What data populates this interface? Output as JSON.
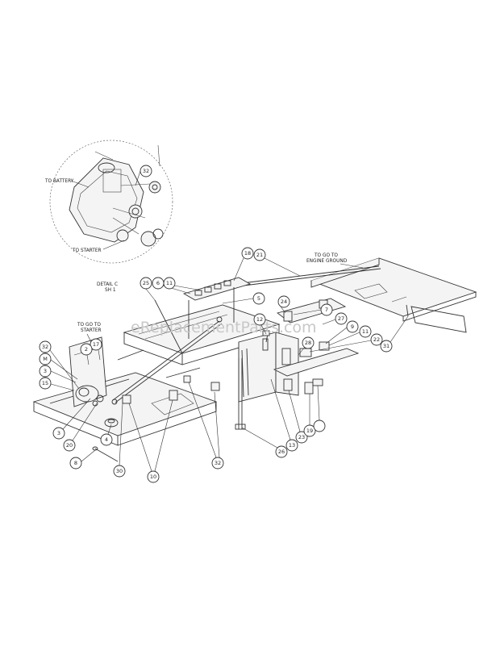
{
  "watermark": "eReplacementParts.com",
  "notes": {
    "to_battery": "TO BATTERY",
    "to_starter_detail": "TO STARTER",
    "detail_title": "DETAIL C",
    "detail_sheet": "SH 1",
    "to_go_engine_ground_1": "TO GO TO",
    "to_go_engine_ground_2": "ENGINE GROUND",
    "to_go_starter_1": "TO GO TO",
    "to_go_starter_2": "STARTER"
  },
  "callouts": [
    "32",
    "18",
    "21",
    "25",
    "6",
    "11",
    "5",
    "24",
    "7",
    "12",
    "27",
    "9",
    "22",
    "31",
    "28",
    "11",
    "32",
    "M",
    "3",
    "15",
    "17",
    "2",
    "3",
    "20",
    "4",
    "8",
    "30",
    "10",
    "32",
    "26",
    "13",
    "23",
    "19"
  ]
}
